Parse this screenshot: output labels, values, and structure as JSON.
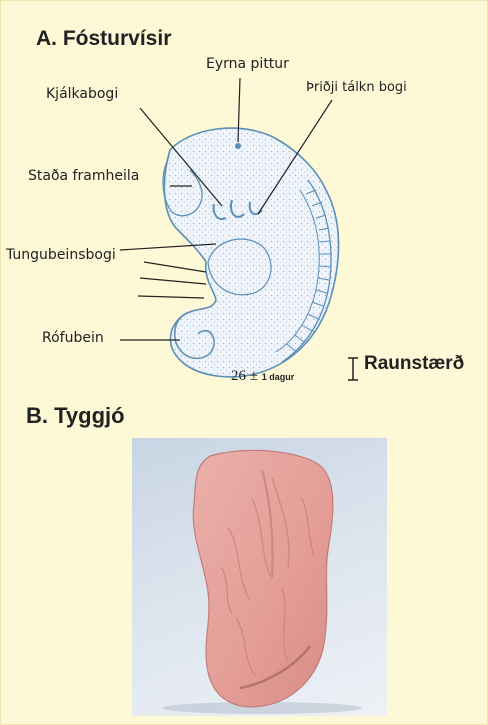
{
  "section_a": {
    "title": "A. Fósturvísir",
    "labels": {
      "ear_pit": "Eyrna pittur",
      "mandibular_arch": "Kjálkabogi",
      "third_gill_arch": "Þriðji tálkn bogi",
      "forebrain": "Staða framheila",
      "hyoid_arch": "Tungubeinsbogi",
      "tailbone": "Rófubein"
    },
    "scale_label": "Raunstærð",
    "age_number": "26",
    "age_pm": "±",
    "age_unit": "1 dagur"
  },
  "section_b": {
    "title": "B. Tyggjó"
  },
  "colors": {
    "background": "#fdf8d6",
    "embryo_outline": "#5a8fb8",
    "embryo_fill": "#eef4fa",
    "gum": "#e6a7a0"
  }
}
